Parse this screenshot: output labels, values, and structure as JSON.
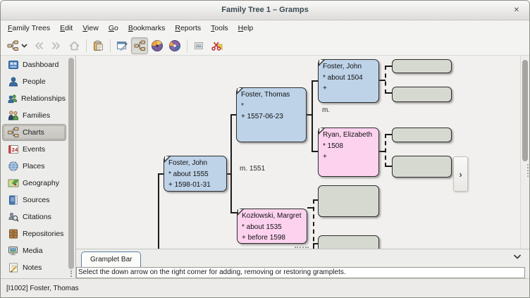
{
  "window": {
    "title": "Family Tree 1 – Gramps",
    "close_glyph": "✕"
  },
  "menubar": {
    "items": [
      {
        "m": "F",
        "rest": "amily Trees"
      },
      {
        "m": "E",
        "rest": "dit"
      },
      {
        "m": "V",
        "rest": "iew"
      },
      {
        "m": "G",
        "rest": "o"
      },
      {
        "m": "B",
        "rest": "ookmarks"
      },
      {
        "m": "R",
        "rest": "eports"
      },
      {
        "m": "T",
        "rest": "ools"
      },
      {
        "m": "H",
        "rest": "elp"
      }
    ]
  },
  "toolbar": {
    "icons": [
      "pedigree-dropdown",
      "go-back",
      "go-forward",
      "home",
      "clipboard",
      "configure-view",
      "pedigree-view",
      "fan-chart-view",
      "full-fan-chart-view",
      "export-image",
      "cut"
    ]
  },
  "sidebar": {
    "items": [
      {
        "label": "Dashboard",
        "icon": "dashboard-icon",
        "selected": false
      },
      {
        "label": "People",
        "icon": "people-icon",
        "selected": false
      },
      {
        "label": "Relationships",
        "icon": "relationships-icon",
        "selected": false
      },
      {
        "label": "Families",
        "icon": "families-icon",
        "selected": false
      },
      {
        "label": "Charts",
        "icon": "charts-icon",
        "selected": true
      },
      {
        "label": "Events",
        "icon": "events-icon",
        "selected": false
      },
      {
        "label": "Places",
        "icon": "places-icon",
        "selected": false
      },
      {
        "label": "Geography",
        "icon": "geography-icon",
        "selected": false
      },
      {
        "label": "Sources",
        "icon": "sources-icon",
        "selected": false
      },
      {
        "label": "Citations",
        "icon": "citations-icon",
        "selected": false
      },
      {
        "label": "Repositories",
        "icon": "repositories-icon",
        "selected": false
      },
      {
        "label": "Media",
        "icon": "media-icon",
        "selected": false
      },
      {
        "label": "Notes",
        "icon": "notes-icon",
        "selected": false
      }
    ]
  },
  "chart": {
    "persons": [
      {
        "name": "Foster, John",
        "line2": "* about 1555",
        "line3": "+ 1598-01-31",
        "sex": "male"
      },
      {
        "name": "Foster, Thomas",
        "line2": "*",
        "line3": "+ 1557-06-23",
        "sex": "male"
      },
      {
        "name": "Foster, John",
        "line2": "* about 1504",
        "line3": "+",
        "sex": "male"
      },
      {
        "name": "Ryan, Elizabeth",
        "line2": "* 1508",
        "line3": "+",
        "sex": "female"
      },
      {
        "name": "Kozłowski, Margret",
        "line2": "* about 1535",
        "line3": "+ before 1598",
        "sex": "female"
      }
    ],
    "marriage_labels": [
      "m. 1551",
      "m."
    ],
    "expand_glyph": "›",
    "colors": {
      "male_box": "#bed3e8",
      "female_box": "#fdd2ef",
      "empty_box": "#d6d9d0",
      "line": "#1c1c1c",
      "background": "#f1f0ee"
    }
  },
  "gramplet_bar": {
    "tab_label": "Gramplet Bar",
    "message": "Select the down arrow on the right corner for adding, removing or restoring gramplets."
  },
  "status_bar": {
    "text": "[I1002] Foster, Thomas"
  }
}
